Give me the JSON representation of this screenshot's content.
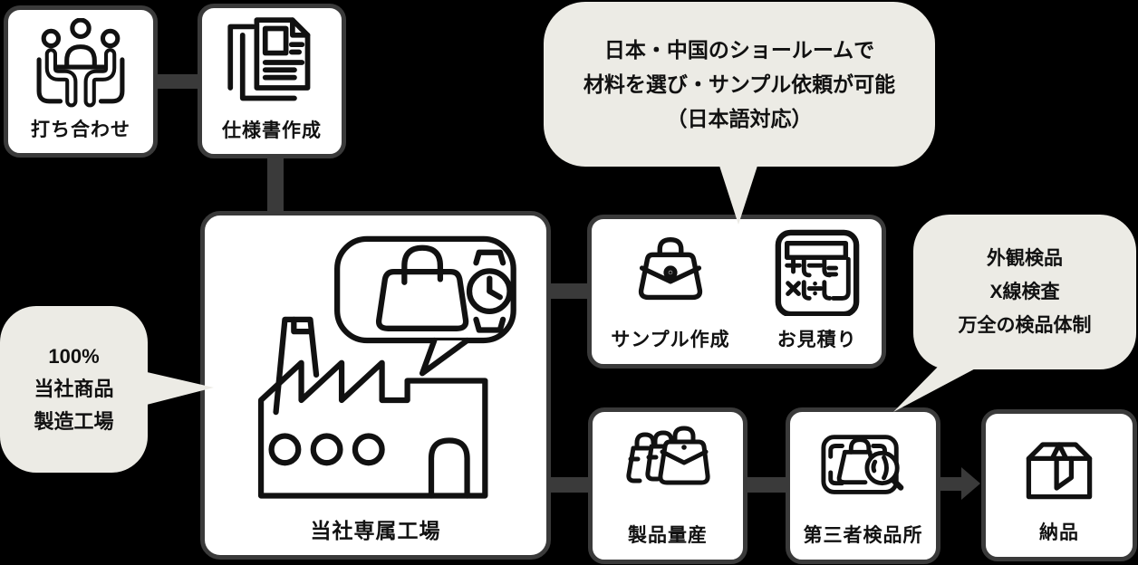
{
  "colors": {
    "background": "#000000",
    "card_bg": "#ffffff",
    "card_border": "#3a3a3a",
    "connector": "#3a3a3a",
    "bubble_bg": "#ecebe5",
    "icon_stroke": "#111111",
    "label_text": "#111111"
  },
  "nodes": {
    "meeting": {
      "label": "打ち合わせ",
      "icon": "meeting-people-icon"
    },
    "spec": {
      "label": "仕様書作成",
      "icon": "document-icon"
    },
    "factory": {
      "label": "当社専属工場",
      "icon": "factory-speech-icon"
    },
    "sample": {
      "label": "サンプル作成",
      "icon": "handbag-icon"
    },
    "estimate": {
      "label": "お見積り",
      "icon": "calculator-icon"
    },
    "mass_production": {
      "label": "製品量産",
      "icon": "bags-icon"
    },
    "inspection": {
      "label": "第三者検品所",
      "icon": "inspection-scan-icon"
    },
    "delivery": {
      "label": "納品",
      "icon": "package-box-icon"
    }
  },
  "bubbles": {
    "factory_note": {
      "lines": [
        "100%",
        "当社商品",
        "製造工場"
      ]
    },
    "showroom_note": {
      "lines": [
        "日本・中国のショールームで",
        "材料を選び・サンプル依頼が可能",
        "（日本語対応）"
      ]
    },
    "inspection_note": {
      "lines": [
        "外観検品",
        "X線検査",
        "万全の検品体制"
      ]
    }
  }
}
